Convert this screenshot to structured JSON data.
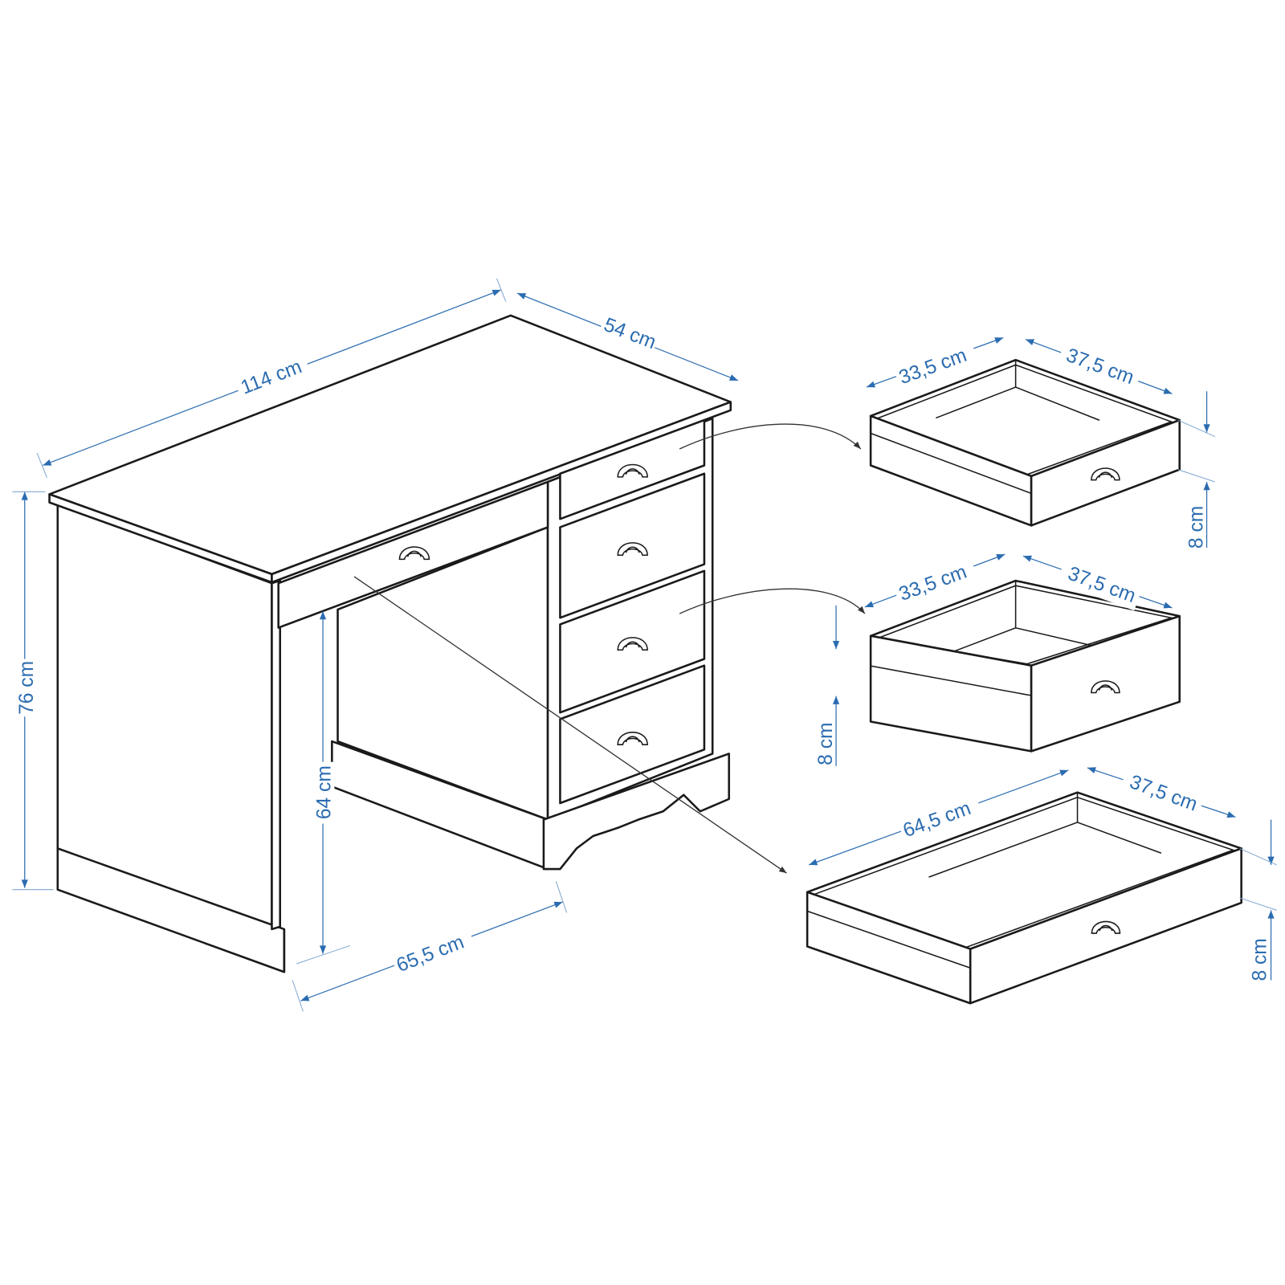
{
  "colors": {
    "dimension": "#2b6cb0",
    "outline": "#1a1a1a"
  },
  "desk": {
    "width": "114 cm",
    "depth": "54 cm",
    "height": "76 cm",
    "knee_height": "64 cm",
    "knee_width": "65,5 cm"
  },
  "drawers": [
    {
      "width": "33,5 cm",
      "depth": "37,5 cm",
      "height": "8 cm"
    },
    {
      "width": "33,5 cm",
      "depth": "37,5 cm",
      "height": "8 cm"
    },
    {
      "width": "64,5 cm",
      "depth": "37,5 cm",
      "height": "8 cm"
    }
  ]
}
